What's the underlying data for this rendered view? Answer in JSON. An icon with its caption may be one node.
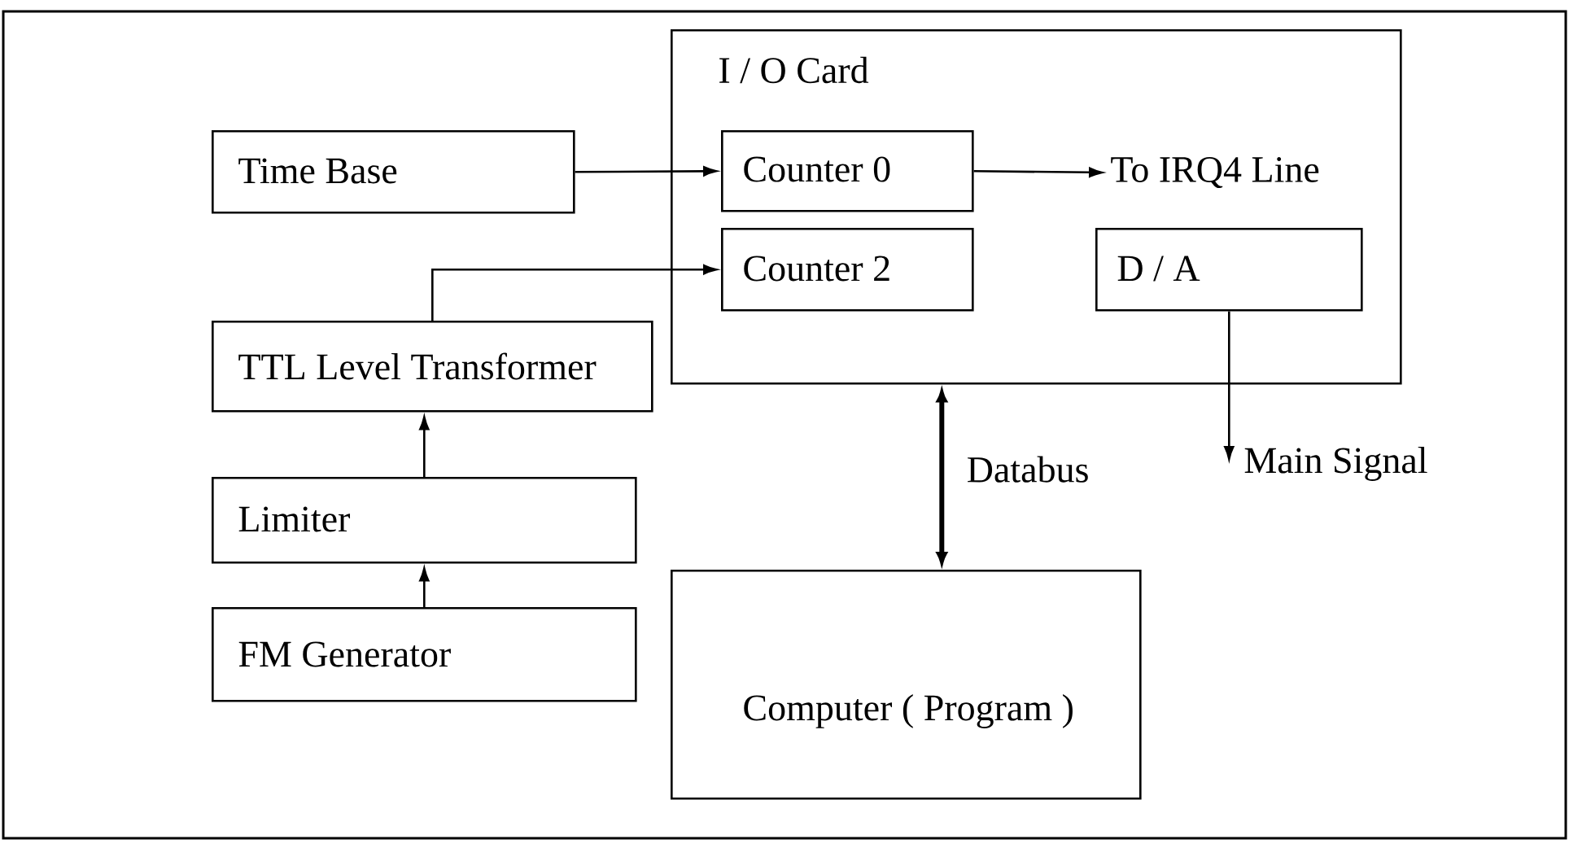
{
  "diagram": {
    "nodes": [
      {
        "text": [
          "I / O Card"
        ]
      },
      {
        "text": [
          "Counter 0"
        ],
        "in": 0
      },
      {
        "text": [
          "Counter 2"
        ],
        "in": 0
      },
      {
        "text": [
          "D / A"
        ],
        "in": 0
      },
      {
        "text": [
          "Time Base"
        ]
      },
      {
        "text": [
          "TTL Level Transformer"
        ]
      },
      {
        "text": [
          "Limiter"
        ]
      },
      {
        "text": [
          "FM Generator"
        ]
      },
      {
        "text": [
          "Computer ( Program )"
        ]
      },
      {
        "text": [
          "To IRQ4 Line"
        ],
        "in": 0
      },
      {
        "text": [
          "Main Signal"
        ]
      }
    ],
    "edges": [
      {
        "from": 4,
        "to": 1,
        "arrow": "to"
      },
      {
        "from": 5,
        "to": 2,
        "arrow": "to"
      },
      {
        "from": 7,
        "to": 6,
        "arrow": "to"
      },
      {
        "from": 6,
        "to": 5,
        "arrow": "to"
      },
      {
        "from": 1,
        "to": 9,
        "arrow": "to"
      },
      {
        "from": 3,
        "to": 10,
        "arrow": "to"
      },
      {
        "from": 0,
        "to": 8,
        "arrow": "both",
        "style": "thick",
        "label": "Databus"
      }
    ]
  }
}
